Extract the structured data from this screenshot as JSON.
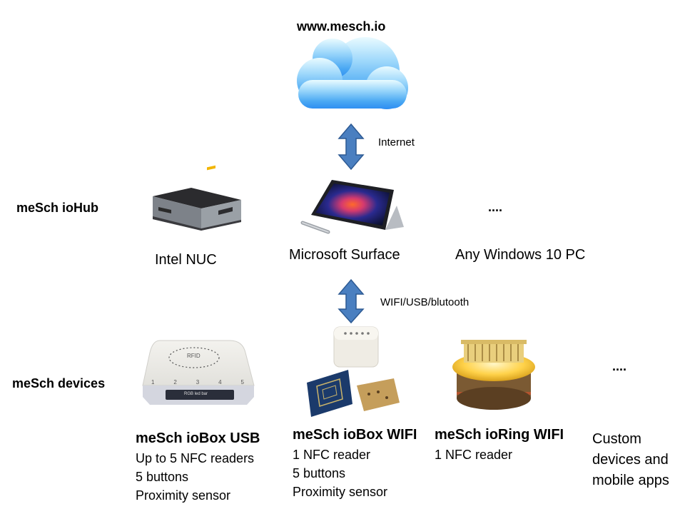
{
  "cloud": {
    "url": "www.mesch.io"
  },
  "links": {
    "internet": "Internet",
    "local": "WIFI/USB/blutooth"
  },
  "rows": {
    "hub": "meSch ioHub",
    "devices": "meSch devices"
  },
  "hub_items": [
    {
      "label": "Intel NUC"
    },
    {
      "label": "Microsoft Surface"
    },
    {
      "label": "Any Windows 10 PC"
    }
  ],
  "hub_ellipsis": "....",
  "device_ellipsis": "....",
  "device_image_text": {
    "rfid": "RFID",
    "box_label": "RGB led bar",
    "numbers": [
      "1",
      "2",
      "3",
      "4",
      "5"
    ]
  },
  "devices": [
    {
      "title": "meSch ioBox USB",
      "lines": [
        "Up to 5 NFC readers",
        "5 buttons",
        "Proximity sensor"
      ]
    },
    {
      "title": "meSch ioBox WIFI",
      "lines": [
        "1 NFC reader",
        "5 buttons",
        "Proximity sensor"
      ]
    },
    {
      "title": "meSch ioRing WIFI",
      "lines": [
        "1 NFC reader"
      ]
    },
    {
      "title": "",
      "lines": [
        "Custom",
        "devices and",
        "mobile apps"
      ]
    }
  ],
  "colors": {
    "arrow_fill": "#4a7fc0",
    "arrow_stroke": "#2d5a93",
    "cloud_light": "#dff4ff",
    "cloud_dark": "#2e8df0"
  }
}
